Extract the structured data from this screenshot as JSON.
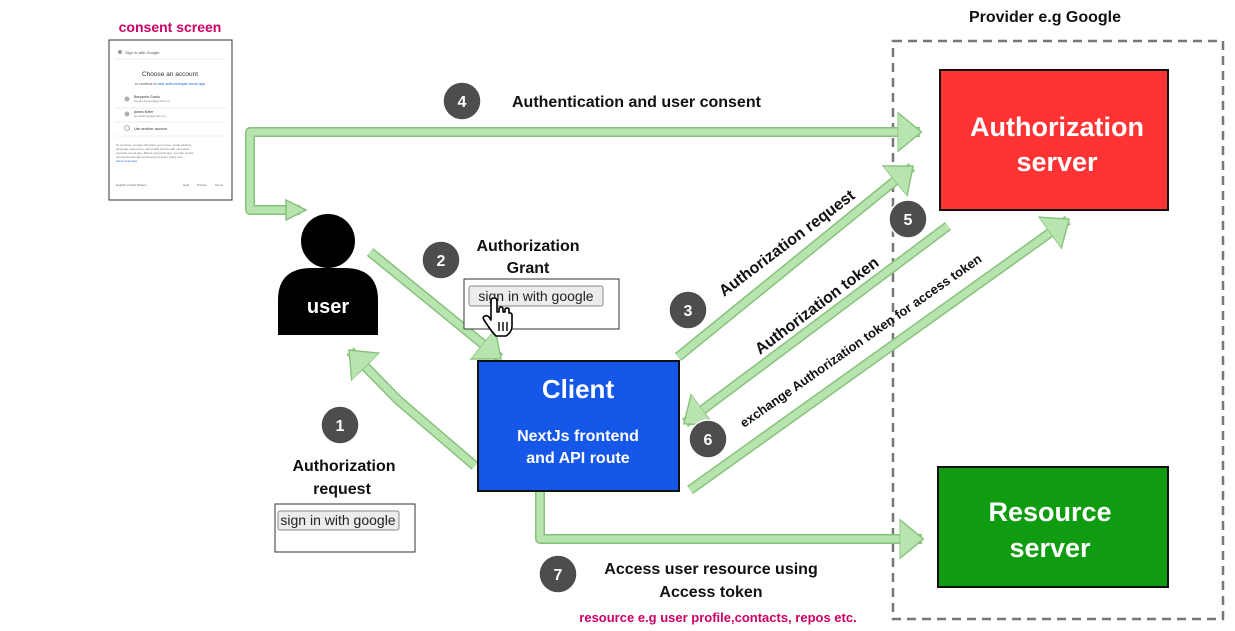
{
  "labels": {
    "consent_screen": "consent screen",
    "provider": "Provider e.g Google",
    "step4": "Authentication and user consent",
    "auth_grant_line1": "Authorization",
    "auth_grant_line2": "Grant",
    "auth_request_left_line1": "Authorization",
    "auth_request_left_line2": "request",
    "auth_request_diag": "Authorization request",
    "auth_token_diag": "Authorization token",
    "exchange_diag": "exchange Authorization token for access token",
    "step7_line1": "Access user resource using",
    "step7_line2": "Access token",
    "resource_note": "resource e.g user profile,contacts, repos etc."
  },
  "nodes": {
    "user": "user",
    "client_title": "Client",
    "client_sub1": "NextJs frontend",
    "client_sub2": "and API route",
    "auth_server_line1": "Authorization",
    "auth_server_line2": "server",
    "resource_server_line1": "Resource",
    "resource_server_line2": "server"
  },
  "steps": [
    "1",
    "2",
    "3",
    "4",
    "5",
    "6",
    "7"
  ],
  "buttons": {
    "sign_in_top": "sign in with google",
    "sign_in_bottom": "sign in with google"
  },
  "consent_mock": {
    "header": "Sign in with Google",
    "title": "Choose an account",
    "subtitle_prefix": "to continue to",
    "subtitle_link": "next-auth-example.vercel.app",
    "account1_name": "Benjamin Gusta",
    "account1_email": "benjamingusta@gmail.com",
    "account2_name": "james flutter",
    "account2_email": "jamesflutter@gmail.com",
    "other_account": "Use another account",
    "disclaimer1": "To continue, Google will share your name, email address,",
    "disclaimer2": "language preference, and profile picture with next-auth-",
    "disclaimer3": "example.vercel.app. Before using this app, you can review",
    "disclaimer4": "next-auth-example.vercel.app's privacy policy and",
    "disclaimer5": "terms of service.",
    "footer_lang": "English (United States)",
    "footer_help": "Help",
    "footer_privacy": "Privacy",
    "footer_terms": "Terms"
  },
  "colors": {
    "arrow_fill": "#b8e4b0",
    "arrow_stroke": "#86c27a",
    "client": "#1557e8",
    "auth_server": "#ff3333",
    "resource_server": "#109c10",
    "step_circle": "#4d4d4d",
    "accent_text": "#cc0066"
  }
}
